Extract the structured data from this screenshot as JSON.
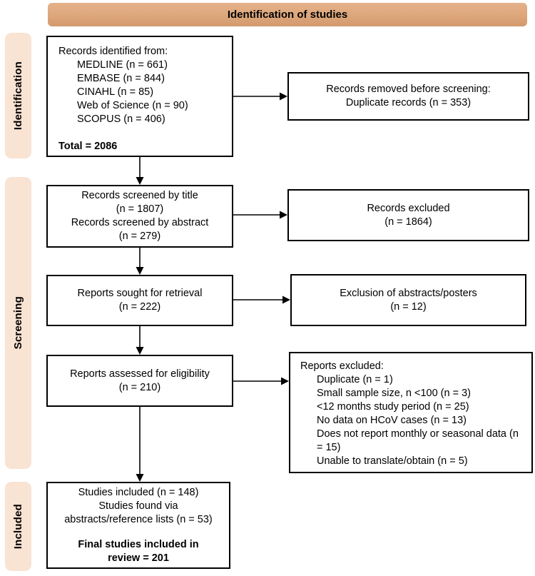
{
  "header": {
    "title": "Identification of studies"
  },
  "stages": [
    {
      "label": "Identification"
    },
    {
      "label": "Screening"
    },
    {
      "label": "Included"
    }
  ],
  "boxes": {
    "records_identified": {
      "intro": "Records identified from:",
      "sources": [
        "MEDLINE (n = 661)",
        "EMBASE (n = 844)",
        "CINAHL (n = 85)",
        "Web of Science (n = 90)",
        "SCOPUS (n = 406)"
      ],
      "total": "Total = 2086"
    },
    "records_removed": {
      "line1": "Records removed before screening:",
      "line2": "Duplicate records (n = 353)"
    },
    "records_screened": {
      "line1": "Records screened by title",
      "line2": "(n = 1807)",
      "line3": "Records screened by abstract",
      "line4": "(n = 279)"
    },
    "records_excluded": {
      "line1": "Records excluded",
      "line2": "(n = 1864)"
    },
    "reports_sought": {
      "line1": "Reports sought for retrieval",
      "line2": "(n = 222)"
    },
    "abstracts_excluded": {
      "line1": "Exclusion of abstracts/posters",
      "line2": "(n = 12)"
    },
    "reports_assessed": {
      "line1": "Reports assessed for eligibility",
      "line2": "(n = 210)"
    },
    "reports_excluded": {
      "intro": "Reports excluded:",
      "reasons": [
        "Duplicate (n = 1)",
        "Small sample size, n <100 (n = 3)",
        "<12 months study period (n = 25)",
        "No data on HCoV cases (n = 13)",
        "Does not report monthly or seasonal data (n = 15)",
        "Unable to translate/obtain (n = 5)"
      ]
    },
    "studies_included": {
      "line1": "Studies included (n = 148)",
      "line2": "Studies found via",
      "line3": "abstracts/reference lists (n = 53)",
      "final1": "Final studies included in",
      "final2": "review = 201"
    }
  },
  "colors": {
    "banner": "#dda77c",
    "stage_bar": "#f9e3d3",
    "box_border": "#000000"
  }
}
